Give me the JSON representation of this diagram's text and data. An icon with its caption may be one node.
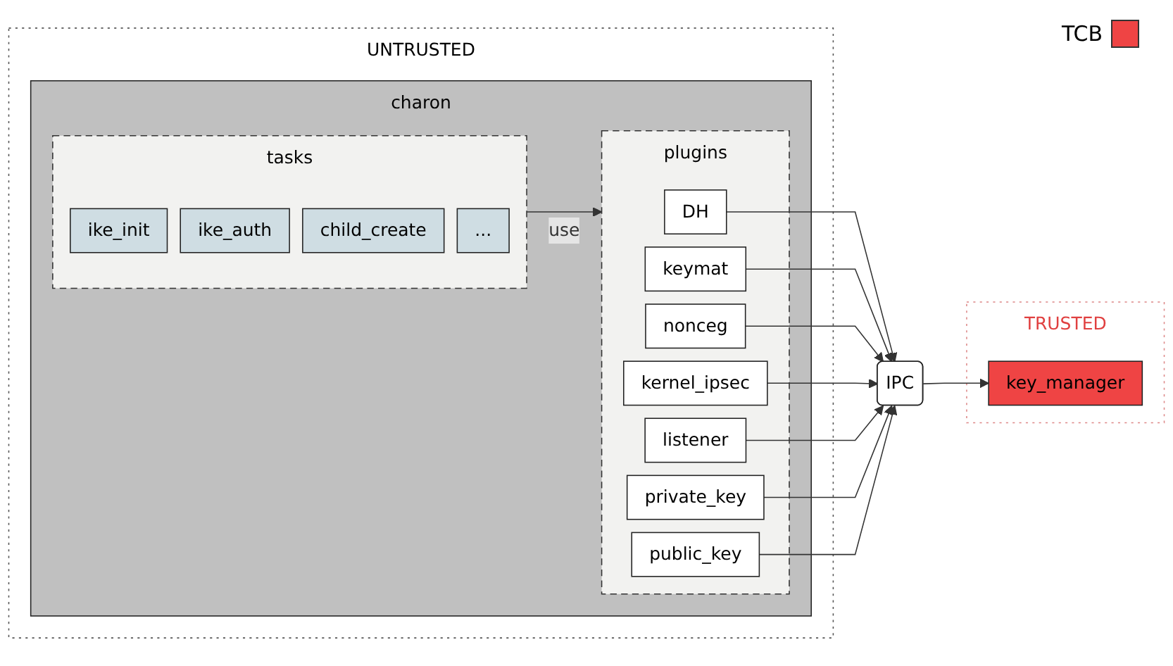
{
  "diagram": {
    "nodes": [
      {
        "text": [
          "UNTRUSTED"
        ]
      },
      {
        "text": [
          "charon"
        ],
        "in": 0
      },
      {
        "text": [
          "tasks"
        ],
        "in": 1
      },
      {
        "text": [
          "ike_init"
        ],
        "in": 2
      },
      {
        "text": [
          "ike_auth"
        ],
        "in": 2
      },
      {
        "text": [
          "child_create"
        ],
        "in": 2
      },
      {
        "text": [
          "..."
        ],
        "in": 2
      },
      {
        "text": [
          "plugins"
        ],
        "in": 1
      },
      {
        "text": [
          "DH"
        ],
        "in": 7
      },
      {
        "text": [
          "keymat"
        ],
        "in": 7
      },
      {
        "text": [
          "nonceg"
        ],
        "in": 7
      },
      {
        "text": [
          "kernel_ipsec"
        ],
        "in": 7
      },
      {
        "text": [
          "listener"
        ],
        "in": 7
      },
      {
        "text": [
          "private_key"
        ],
        "in": 7
      },
      {
        "text": [
          "public_key"
        ],
        "in": 7
      },
      {
        "text": [
          "IPC"
        ]
      },
      {
        "text": [
          "TRUSTED"
        ]
      },
      {
        "text": [
          "key_manager"
        ],
        "in": 16
      }
    ],
    "edges": [
      {
        "from": 2,
        "to": 7,
        "arrow": "to",
        "label": "use"
      },
      {
        "from": 8,
        "to": 15,
        "arrow": "to"
      },
      {
        "from": 9,
        "to": 15,
        "arrow": "to"
      },
      {
        "from": 10,
        "to": 15,
        "arrow": "to"
      },
      {
        "from": 11,
        "to": 15,
        "arrow": "to"
      },
      {
        "from": 12,
        "to": 15,
        "arrow": "to"
      },
      {
        "from": 13,
        "to": 15,
        "arrow": "to"
      },
      {
        "from": 14,
        "to": 15,
        "arrow": "to"
      },
      {
        "from": 15,
        "to": 17,
        "arrow": "to"
      }
    ],
    "legend": [
      {
        "text": "TCB",
        "color": "#ef4444"
      }
    ]
  }
}
